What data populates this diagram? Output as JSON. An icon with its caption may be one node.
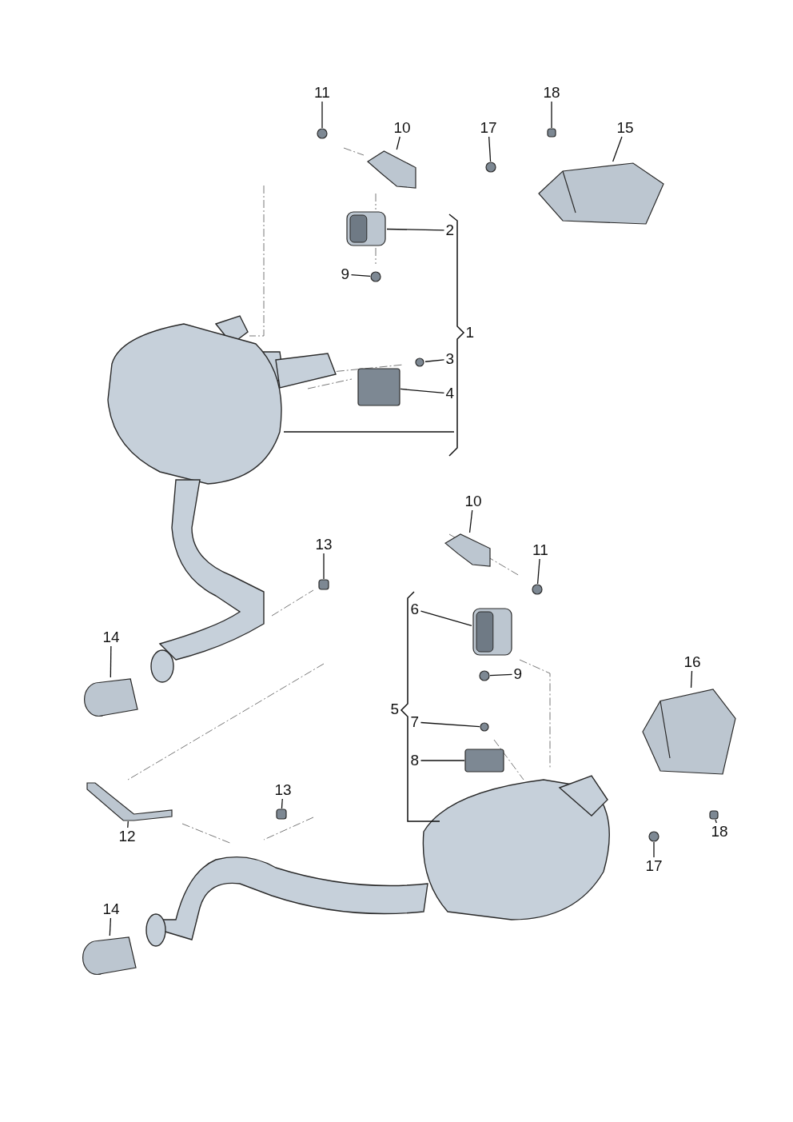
{
  "diagram": {
    "nodes": [
      {
        "text": [
          "11"
        ]
      },
      {
        "text": [],
        "shape": "circle"
      },
      {
        "text": [
          "10"
        ]
      },
      {
        "text": [],
        "shape": "picture"
      },
      {
        "text": [
          "17"
        ]
      },
      {
        "text": [],
        "shape": "circle"
      },
      {
        "text": [
          "18"
        ]
      },
      {
        "text": [],
        "shape": "box"
      },
      {
        "text": [
          "15"
        ]
      },
      {
        "text": [],
        "shape": "picture"
      },
      {
        "text": [
          "2"
        ]
      },
      {
        "text": [],
        "shape": "picture"
      },
      {
        "text": [
          "9"
        ]
      },
      {
        "text": [],
        "shape": "circle"
      },
      {
        "text": [
          "3"
        ]
      },
      {
        "text": [],
        "shape": "circle"
      },
      {
        "text": [
          "4"
        ]
      },
      {
        "text": [],
        "shape": "box"
      },
      {
        "text": [
          "10"
        ]
      },
      {
        "text": [],
        "shape": "picture"
      },
      {
        "text": [
          "11"
        ]
      },
      {
        "text": [],
        "shape": "circle"
      },
      {
        "text": [
          "13"
        ]
      },
      {
        "text": [],
        "shape": "box"
      },
      {
        "text": [
          "6"
        ]
      },
      {
        "text": [],
        "shape": "picture"
      },
      {
        "text": [
          "14"
        ]
      },
      {
        "text": [],
        "shape": "picture"
      },
      {
        "text": [
          "9"
        ]
      },
      {
        "text": [],
        "shape": "circle"
      },
      {
        "text": [
          "16"
        ]
      },
      {
        "text": [],
        "shape": "picture"
      },
      {
        "text": [
          "7"
        ]
      },
      {
        "text": [],
        "shape": "circle"
      },
      {
        "text": [
          "8"
        ]
      },
      {
        "text": [],
        "shape": "box"
      },
      {
        "text": [
          "13"
        ]
      },
      {
        "text": [],
        "shape": "box"
      },
      {
        "text": [
          "12"
        ]
      },
      {
        "text": [],
        "shape": "picture"
      },
      {
        "text": [
          "18"
        ]
      },
      {
        "text": [],
        "shape": "box"
      },
      {
        "text": [
          "17"
        ]
      },
      {
        "text": [],
        "shape": "circle"
      },
      {
        "text": [
          "14"
        ]
      },
      {
        "text": [],
        "shape": "picture"
      }
    ],
    "edges": [
      {
        "from": 0,
        "to": 1,
        "arrow": "none"
      },
      {
        "from": 2,
        "to": 3,
        "arrow": "none"
      },
      {
        "from": 4,
        "to": 5,
        "arrow": "none"
      },
      {
        "from": 6,
        "to": 7,
        "arrow": "none"
      },
      {
        "from": 8,
        "to": 9,
        "arrow": "none"
      },
      {
        "from": 10,
        "to": 11,
        "arrow": "none"
      },
      {
        "from": 12,
        "to": 13,
        "arrow": "none"
      },
      {
        "from": 14,
        "to": 15,
        "arrow": "none"
      },
      {
        "from": 16,
        "to": 17,
        "arrow": "none"
      },
      {
        "from": 18,
        "to": 19,
        "arrow": "none"
      },
      {
        "from": 20,
        "to": 21,
        "arrow": "none"
      },
      {
        "from": 22,
        "to": 23,
        "arrow": "none"
      },
      {
        "from": 24,
        "to": 25,
        "arrow": "none"
      },
      {
        "from": 26,
        "to": 27,
        "arrow": "none"
      },
      {
        "from": 28,
        "to": 29,
        "arrow": "none"
      },
      {
        "from": 30,
        "to": 31,
        "arrow": "none"
      },
      {
        "from": 32,
        "to": 33,
        "arrow": "none"
      },
      {
        "from": 34,
        "to": 35,
        "arrow": "none"
      },
      {
        "from": 36,
        "to": 37,
        "arrow": "none"
      },
      {
        "from": 38,
        "to": 39,
        "arrow": "none"
      },
      {
        "from": 40,
        "to": 41,
        "arrow": "none"
      },
      {
        "from": 42,
        "to": 43,
        "arrow": "none"
      },
      {
        "from": 44,
        "to": 45,
        "arrow": "none"
      }
    ],
    "labels": [
      "1",
      "5"
    ]
  }
}
